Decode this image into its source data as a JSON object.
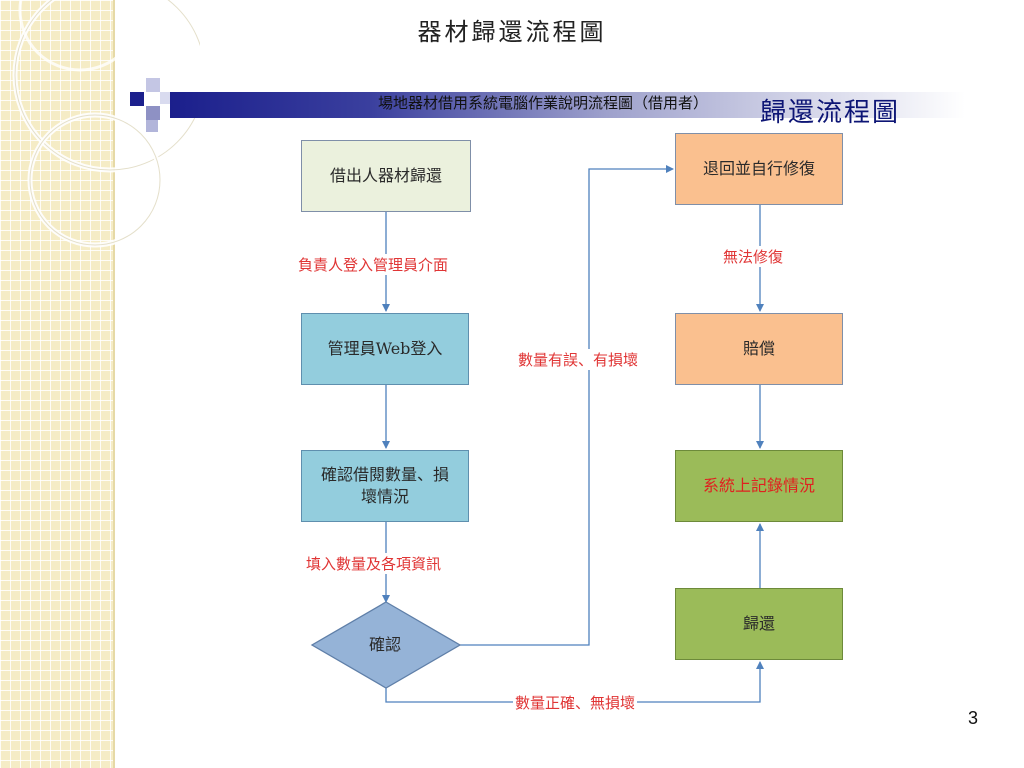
{
  "slide": {
    "title": "器材歸還流程圖",
    "subtitle": "場地器材借用系統電腦作業說明流程圖（借用者）",
    "section_title": "歸還流程圖",
    "page_number": "3"
  },
  "flow": {
    "nodes": {
      "start": "借出人器材歸還",
      "admin_login": "管理員Web登入",
      "confirm_quantity": "確認借閱數量、損壞情況",
      "decision": "確認",
      "return_repair": "退回並自行修復",
      "compensate": "賠償",
      "record": "系統上記錄情況",
      "return": "歸還"
    },
    "edge_labels": {
      "login": "負責人登入管理員介面",
      "fill_in": "填入數量及各項資訊",
      "error_damage": "數量有誤、有損壞",
      "unrepairable": "無法修復",
      "correct_no_damage": "數量正確、無損壞"
    }
  },
  "colors": {
    "band_dark": "#1b1f8c",
    "node_blue": "#93cddd",
    "node_orange": "#fac08f",
    "node_green": "#9bbb59",
    "node_start": "#ebf1dd",
    "decision_fill": "#95b3d7",
    "label_red": "#e03535",
    "arrow": "#4f81bd"
  }
}
